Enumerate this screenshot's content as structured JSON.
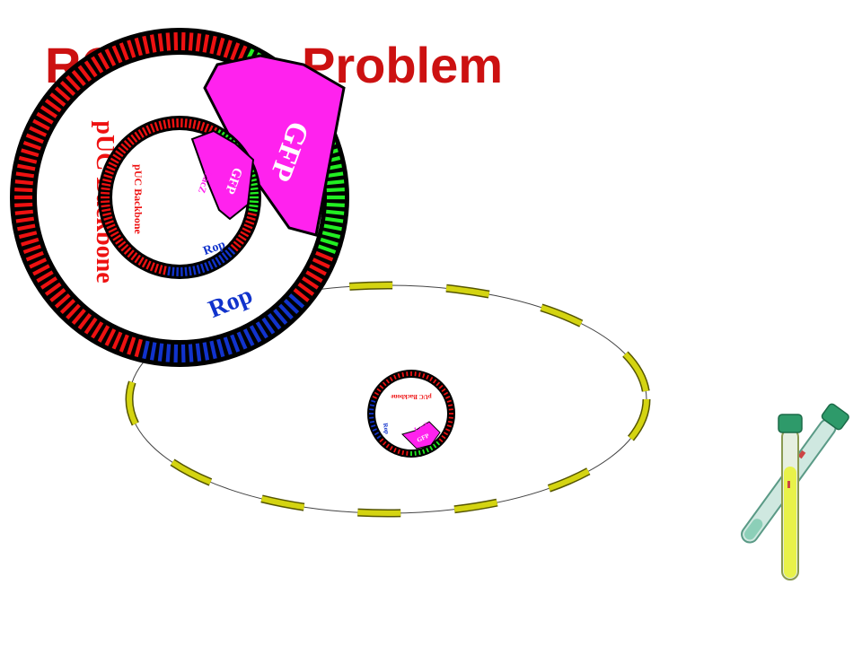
{
  "slide": {
    "title_visible": "Problem",
    "title_color": "#cc1111"
  },
  "plasmid": {
    "labels": {
      "backbone": "pUC Backbone",
      "gfp": "GFP",
      "rop": "Rop",
      "lacz": "LacZ"
    },
    "colors": {
      "backbone": "#ee1111",
      "gfp": "#22ee22",
      "rop": "#1133cc",
      "gene_fill": "#ff22ee",
      "outline": "#000000"
    }
  },
  "cell": {
    "membrane_color": "#d4d411",
    "membrane_outline": "#555500"
  },
  "tubes": {
    "cap_color": "#2e9a6a",
    "liquid_color": "#e8f24a",
    "glass_color": "#cfe8e0"
  }
}
